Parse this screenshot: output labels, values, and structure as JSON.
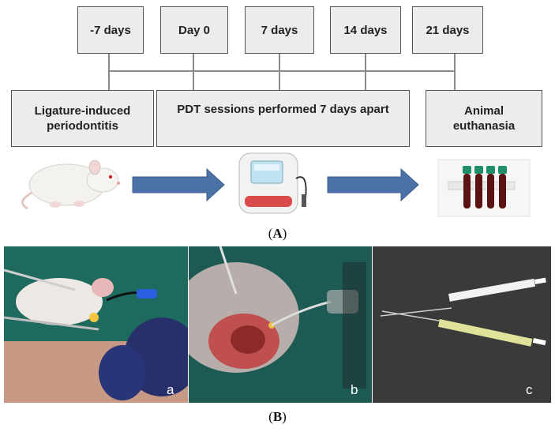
{
  "timeline": {
    "points": [
      "-7 days",
      "Day 0",
      "7 days",
      "14 days",
      "21 days"
    ]
  },
  "events": {
    "ligature": "Ligature-induced periodontitis",
    "pdt": "PDT sessions performed 7 days apart",
    "euthanasia": "Animal euthanasia"
  },
  "captions": {
    "panel_a": "A",
    "panel_b": "B"
  },
  "photos": {
    "labels": [
      "a",
      "b",
      "c"
    ]
  },
  "colors": {
    "arrow": "#4a72a6",
    "box_fill": "#ececec",
    "box_border": "#555555",
    "tube_cap": "#1f8f6a",
    "blood": "#5a1212"
  },
  "icons": [
    "rat-illustration",
    "laser-device-illustration",
    "blood-tubes-illustration"
  ]
}
